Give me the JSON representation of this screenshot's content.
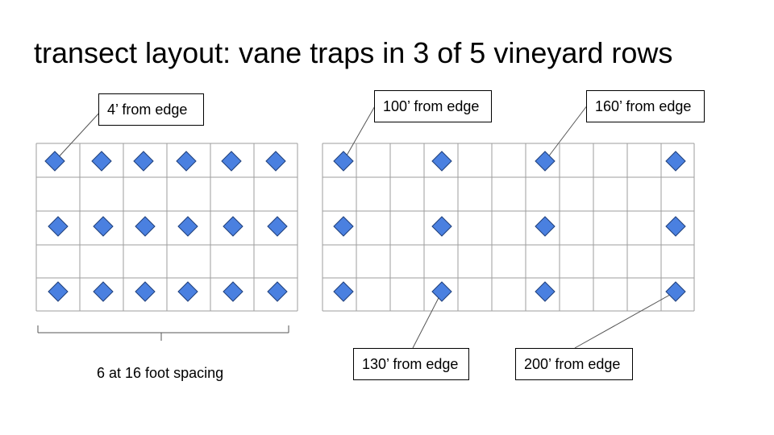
{
  "title": "transect layout: vane traps in 3 of 5 vineyard rows",
  "callouts": {
    "left_edge": "4’ from edge",
    "edge_100": "100’ from edge",
    "edge_160": "160’ from edge",
    "edge_130": "130’ from edge",
    "edge_200": "200’ from edge"
  },
  "spacing_caption": "6 at 16 foot spacing",
  "colors": {
    "trap": "#4a80e0",
    "trap_stroke": "#1f3f7a",
    "grid": "#9e9e9e"
  }
}
